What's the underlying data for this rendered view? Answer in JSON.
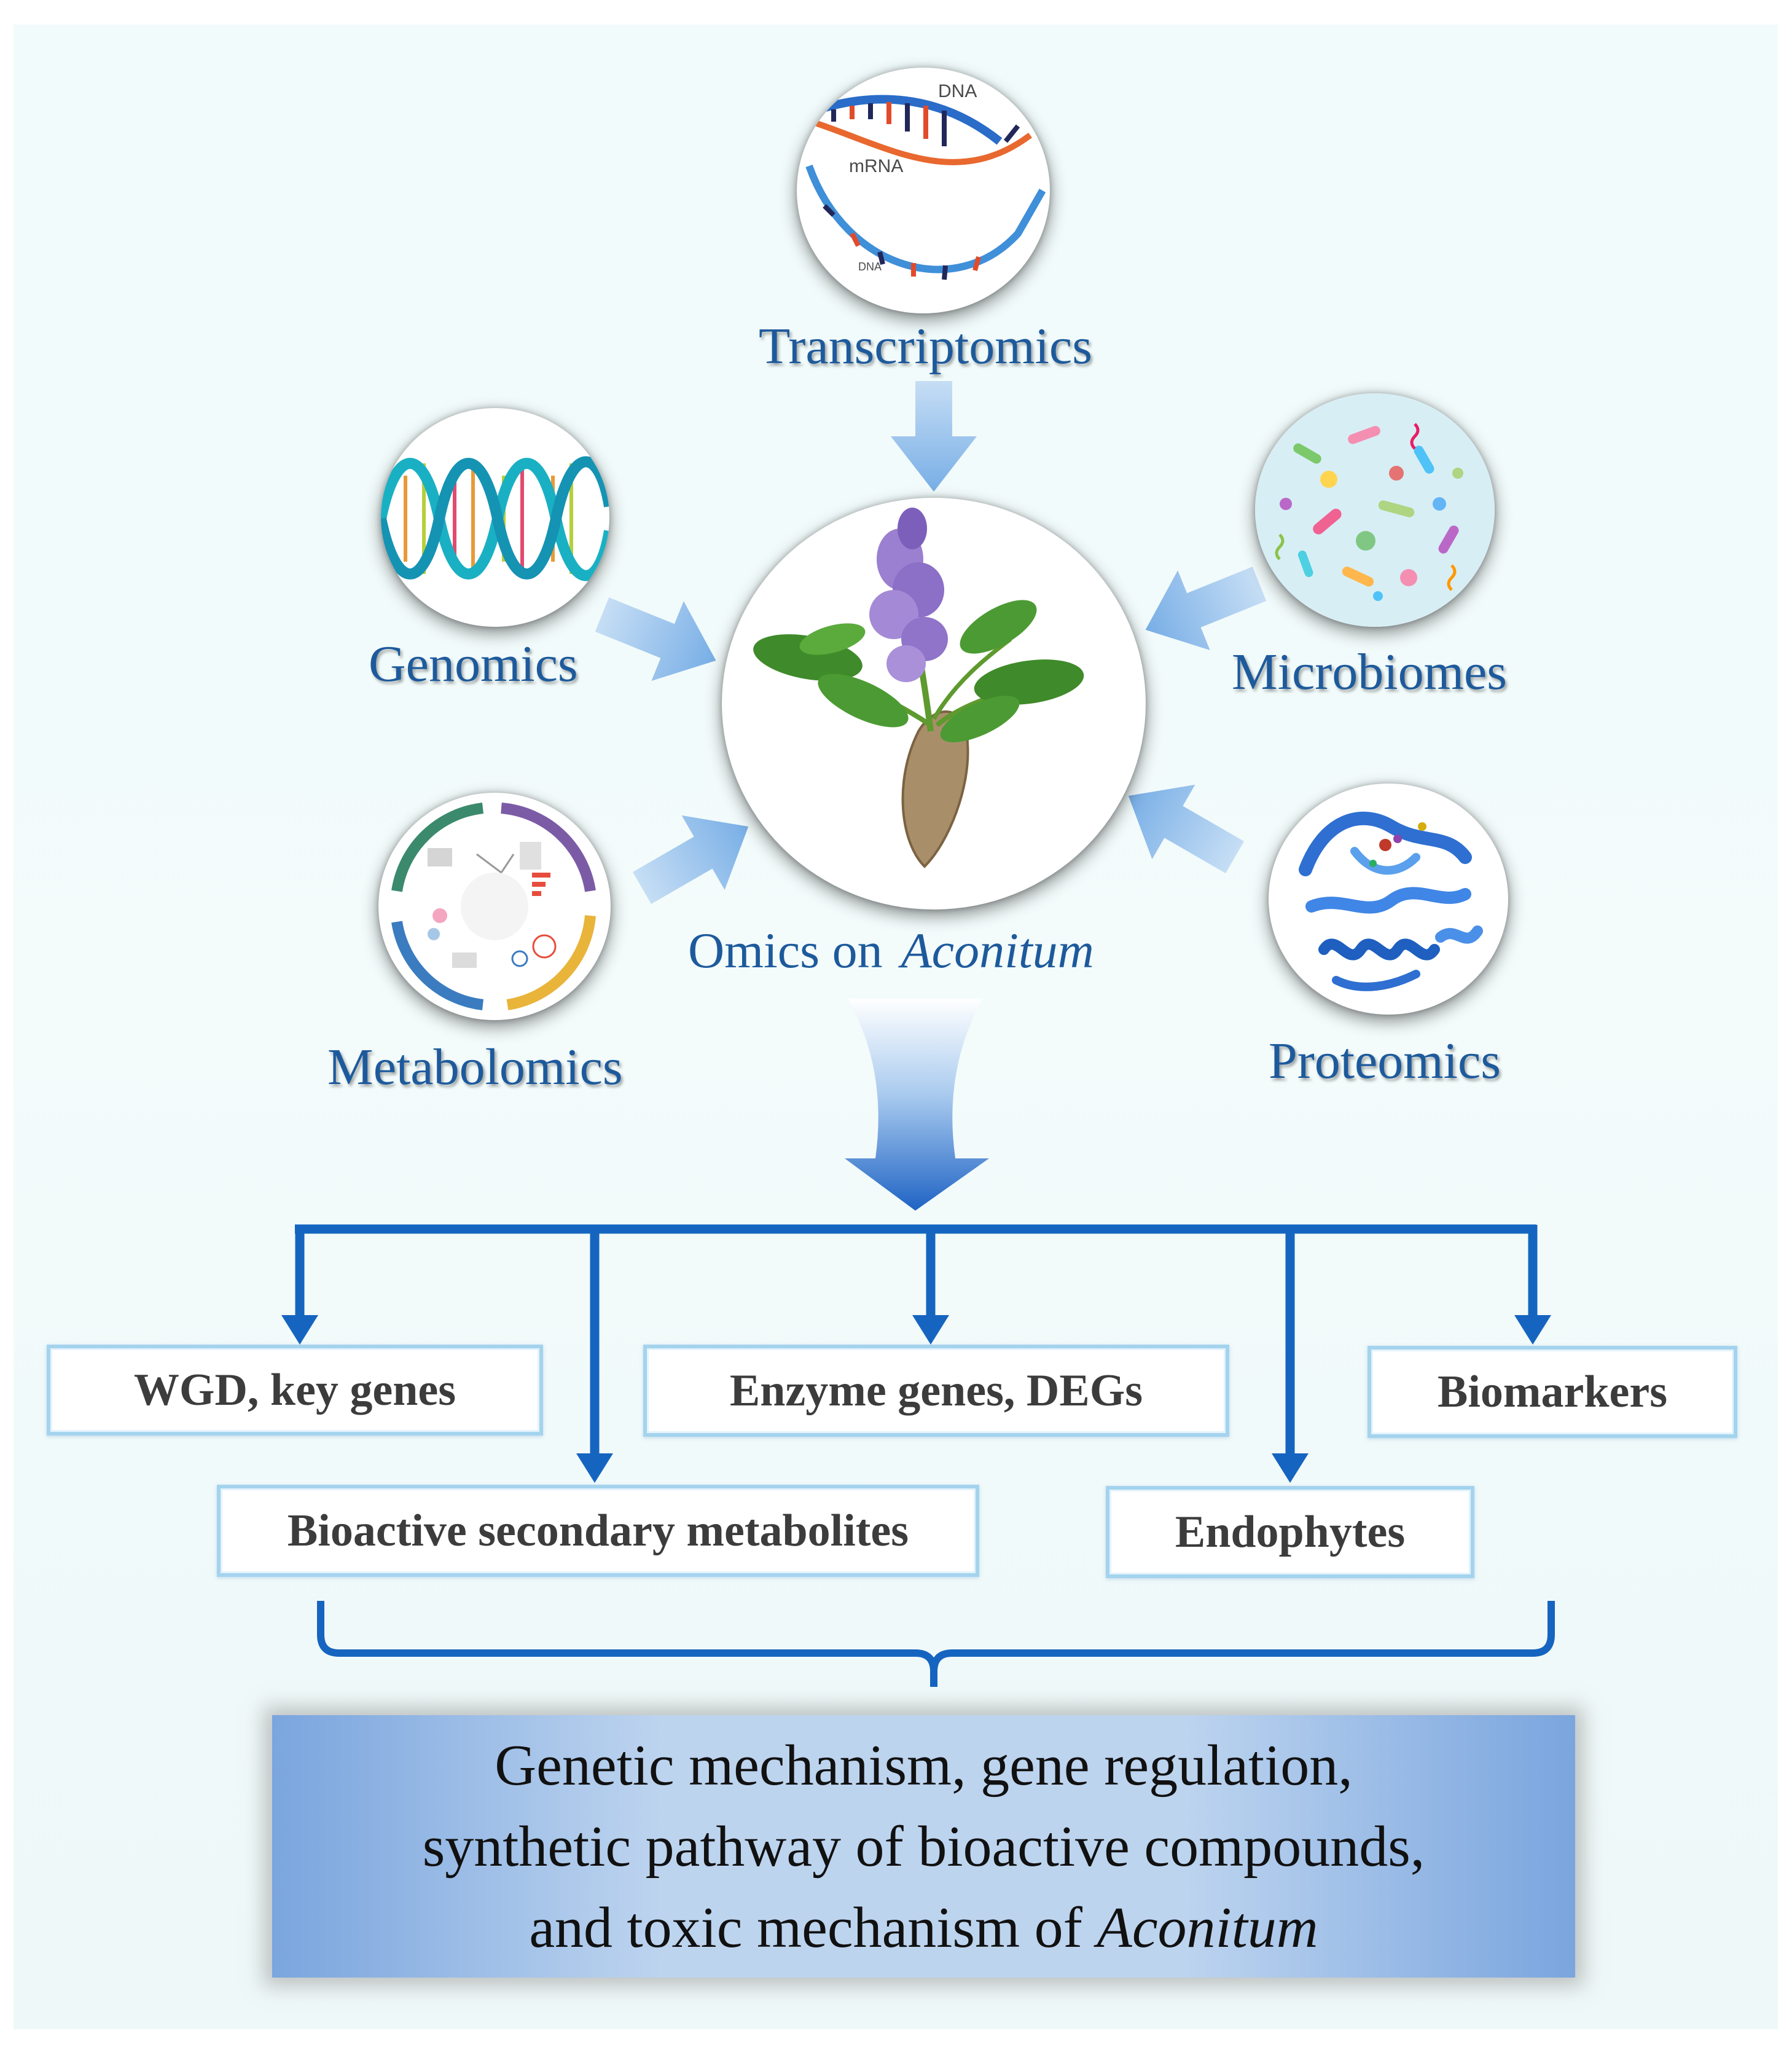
{
  "omics": {
    "transcriptomics": {
      "label": "Transcriptomics",
      "dna_top": "DNA",
      "mrna": "mRNA",
      "dna_bottom": "DNA"
    },
    "genomics": {
      "label": "Genomics"
    },
    "microbiomes": {
      "label": "Microbiomes"
    },
    "metabolomics": {
      "label": "Metabolomics"
    },
    "proteomics": {
      "label": "Proteomics"
    }
  },
  "center": {
    "label_prefix": "Omics on",
    "label_genus": "Aconitum"
  },
  "outcomes": [
    {
      "label": "WGD, key genes"
    },
    {
      "label": "Enzyme genes, DEGs"
    },
    {
      "label": "Biomarkers"
    },
    {
      "label": "Bioactive secondary metabolites"
    },
    {
      "label": "Endophytes"
    }
  ],
  "summary": {
    "line1": "Genetic mechanism, gene regulation,",
    "line2": "synthetic pathway of bioactive compounds,",
    "line3_prefix": "and toxic mechanism of ",
    "line3_genus": "Aconitum"
  },
  "colors": {
    "label_blue": "#1d5a9c",
    "connector_blue": "#1565c0",
    "arrow_light_blue": "#8ebde9",
    "box_border": "#a4d3ee",
    "summary_edge": "#7aa5de",
    "summary_center": "#bdd4ef"
  }
}
